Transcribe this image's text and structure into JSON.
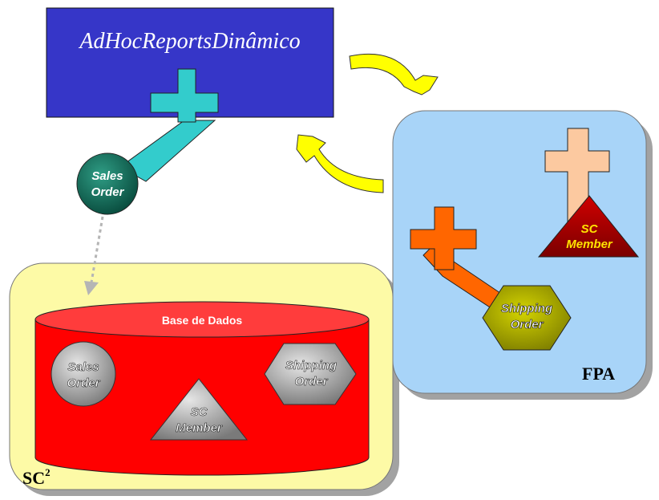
{
  "title_box": {
    "label": "AdHocReportsDinâmico"
  },
  "fpa_panel": {
    "label": "FPA",
    "sc_member": {
      "line1": "SC",
      "line2": "Member"
    },
    "shipping_order": {
      "line1": "Shipping",
      "line2": "Order"
    }
  },
  "sales_order_node": {
    "line1": "Sales",
    "line2": "Order"
  },
  "sc2_panel": {
    "label_base": "SC",
    "label_sup": "2"
  },
  "database": {
    "label": "Base de Dados",
    "sales_order": {
      "line1": "Sales",
      "line2": "Order"
    },
    "shipping_order": {
      "line1": "Shipping",
      "line2": "Order"
    },
    "sc_member": {
      "line1": "SC",
      "line2": "Member"
    }
  },
  "colors": {
    "title_box": "#3636c8",
    "connector_teal": "#33cccc",
    "sales_order_green": "#0e6e5a",
    "fpa_panel": "#a8d4f8",
    "sc2_panel": "#fdfaa6",
    "database_red": "#ff0000",
    "arrow_yellow": "#ffff00",
    "cross_peach": "#fcc9a0",
    "cross_orange": "#ff6600",
    "shipping_olive": "#a0a000",
    "sc_member_darkred": "#a50000",
    "gray_shape": "#9a9a9a"
  }
}
